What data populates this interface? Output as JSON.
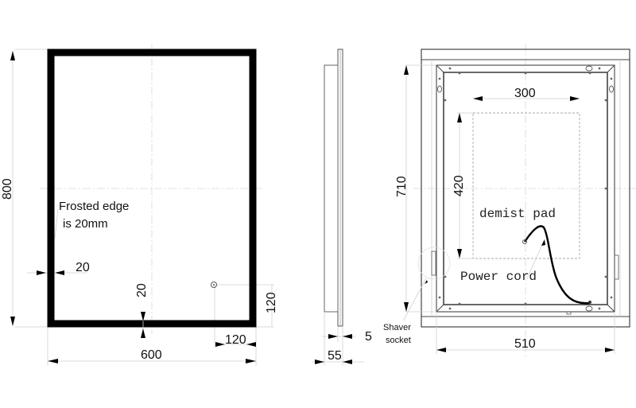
{
  "front_view": {
    "height_label": "800",
    "width_label": "600",
    "frost_note_line1": "Frosted edge",
    "frost_note_line2": "is 20mm",
    "side_frost_label": "20",
    "bottom_frost_label": "20",
    "switch_offset_x": "120",
    "switch_offset_y": "120"
  },
  "side_view": {
    "glass_thickness_label": "5",
    "depth_label": "55"
  },
  "back_view": {
    "frame_height_label": "710",
    "frame_width_label": "510",
    "pad_width_label": "300",
    "pad_height_label": "420",
    "pad_label": "demist pad",
    "cord_label": "Power cord",
    "shaver_line1": "Shaver",
    "shaver_line2": "socket"
  }
}
